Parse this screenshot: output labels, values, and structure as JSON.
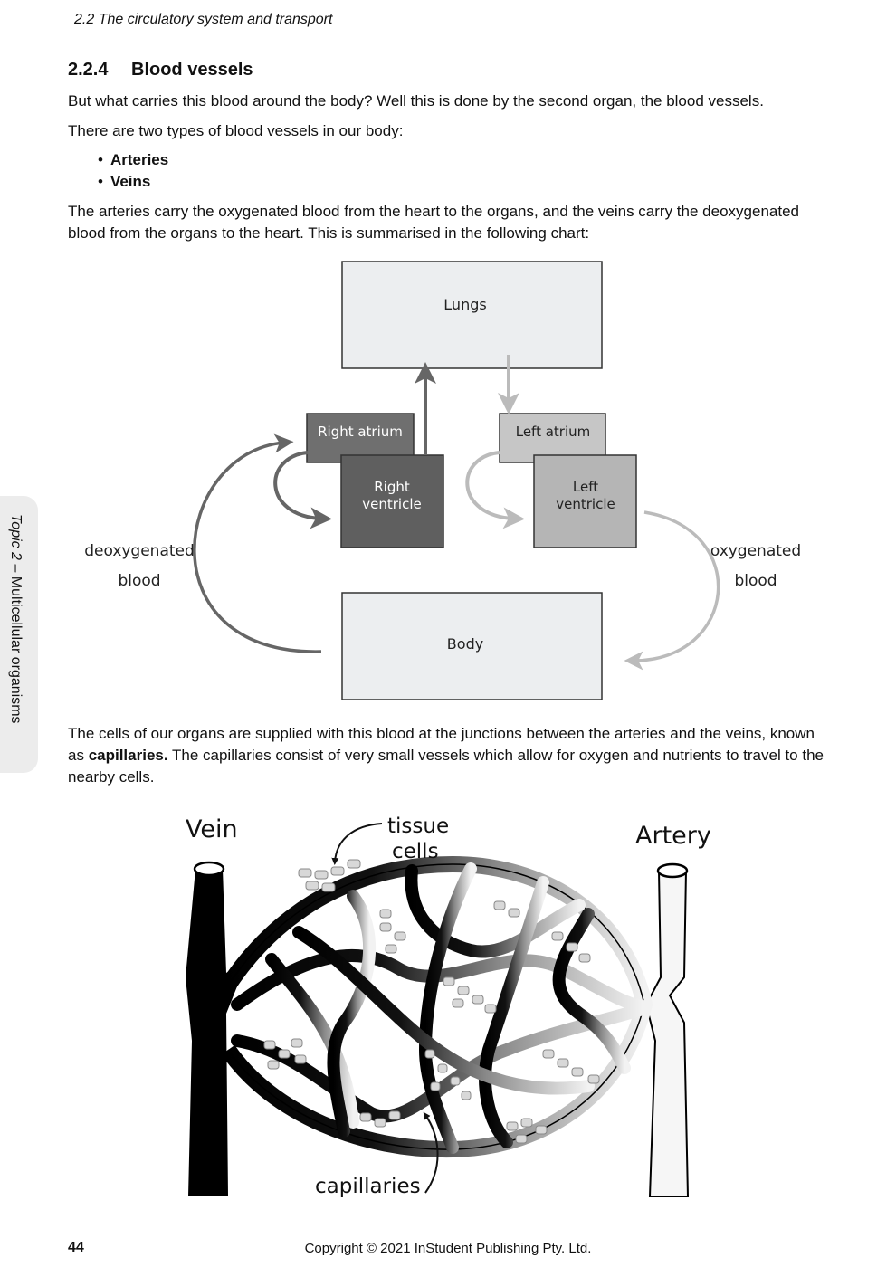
{
  "header": {
    "running_head": "2.2 The circulatory system and transport"
  },
  "side_tab": {
    "topic": "Topic 2 –",
    "title": "Multicellular organisms"
  },
  "section": {
    "number": "2.2.4",
    "title": "Blood vessels"
  },
  "paragraphs": {
    "p1": "But what carries this blood around the body? Well this is done by the second organ, the blood vessels.",
    "p2": "There are two types of blood vessels in our body:",
    "p3": "The arteries carry the oxygenated blood from the heart to the organs, and the veins carry the deoxygenated blood from the organs to the heart. This is summarised in the following chart:",
    "p4_before": "The cells of our organs are supplied with this blood at the junctions between the arteries and the veins, known as ",
    "p4_bold": "capillaries.",
    "p4_after": " The capillaries consist of very small vessels which allow for oxygen and nutrients to travel to the nearby cells."
  },
  "bullets": [
    "Arteries",
    "Veins"
  ],
  "flow_chart": {
    "lungs": "Lungs",
    "right_atrium": "Right atrium",
    "right_ventricle_1": "Right",
    "right_ventricle_2": "ventricle",
    "left_atrium": "Left atrium",
    "left_ventricle_1": "Left",
    "left_ventricle_2": "ventricle",
    "body": "Body",
    "deoxy_1": "deoxygenated",
    "deoxy_2": "blood",
    "oxy_1": "oxygenated",
    "oxy_2": "blood"
  },
  "capillary_figure": {
    "vein": "Vein",
    "artery": "Artery",
    "tissue_1": "tissue",
    "tissue_2": "cells",
    "capillaries": "capillaries"
  },
  "footer": {
    "page_number": "44",
    "copyright": "Copyright © 2021 InStudent Publishing Pty. Ltd."
  }
}
